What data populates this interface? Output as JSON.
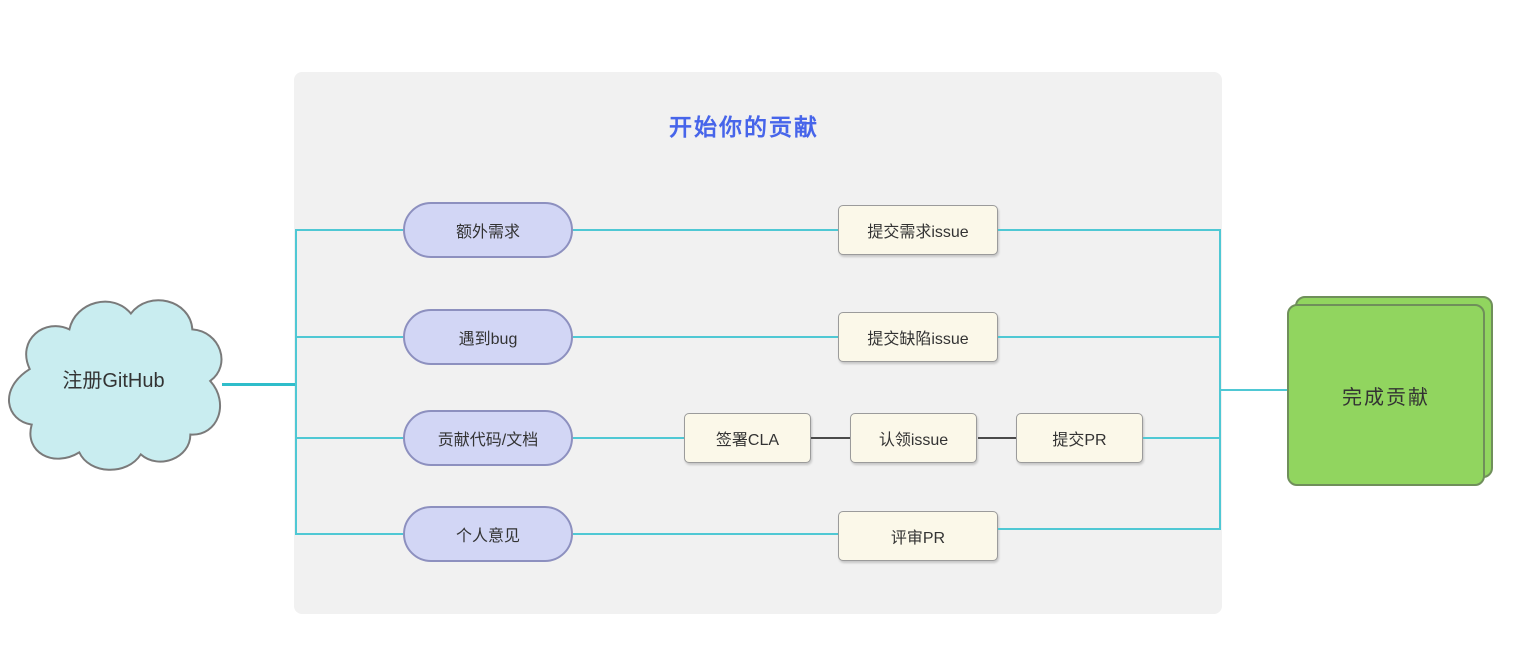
{
  "diagram": {
    "start": {
      "label": "注册GitHub"
    },
    "panel_title": "开始你的贡献",
    "branches": [
      {
        "source": "额外需求",
        "steps": [
          "提交需求issue"
        ]
      },
      {
        "source": "遇到bug",
        "steps": [
          "提交缺陷issue"
        ]
      },
      {
        "source": "贡献代码/文档",
        "steps": [
          "签署CLA",
          "认领issue",
          "提交PR"
        ]
      },
      {
        "source": "个人意见",
        "steps": [
          "评审PR"
        ]
      }
    ],
    "end": {
      "label": "完成贡献"
    },
    "colors": {
      "connector_cyan": "#4fc8d4",
      "connector_dark": "#4a4a4a",
      "cloud_fill": "#c9edf0",
      "cloud_border": "#7a7a7a",
      "source_fill": "#d2d6f5",
      "source_border": "#8d90bf",
      "step_fill": "#fbf8e9",
      "step_border": "#9b9b9b",
      "end_fill": "#91d55f",
      "panel_bg": "#f1f1f1",
      "title_color": "#4765ea"
    }
  }
}
